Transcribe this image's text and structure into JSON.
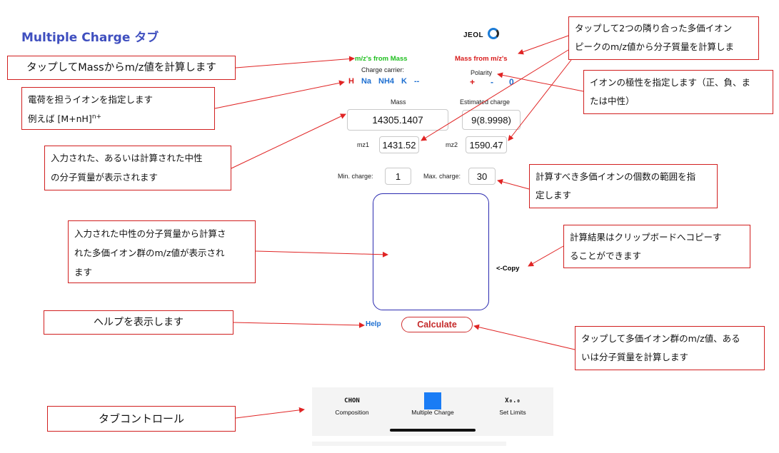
{
  "page_title": "Multiple Charge タブ",
  "logo_text": "JEOL",
  "app": {
    "mode_mz_from_mass": "m/z's from Mass",
    "mode_mass_from_mz": "Mass from m/z's",
    "charge_carrier_label": "Charge carrier:",
    "carriers": [
      {
        "label": "H",
        "color": "#d81b1b"
      },
      {
        "label": "Na",
        "color": "#1d6fd1"
      },
      {
        "label": "NH4",
        "color": "#1d6fd1"
      },
      {
        "label": "K",
        "color": "#1d6fd1"
      },
      {
        "label": "--",
        "color": "#1d6fd1"
      }
    ],
    "polarity_label": "Polarity",
    "polarity": [
      {
        "label": "+",
        "color": "#d81b1b"
      },
      {
        "label": "-",
        "color": "#1d6fd1"
      },
      {
        "label": "0",
        "color": "#1d6fd1"
      }
    ],
    "mass_label": "Mass",
    "mass_value": "14305.1407",
    "estimated_charge_label": "Estimated charge",
    "estimated_charge_value": "9(8.9998)",
    "mz1_label": "mz1",
    "mz1_value": "1431.52",
    "mz2_label": "mz2",
    "mz2_value": "1590.47",
    "min_charge_label": "Min. charge:",
    "min_charge_value": "1",
    "max_charge_label": "Max. charge:",
    "max_charge_value": "30",
    "copy_label": "<-Copy",
    "help_label": "Help",
    "calculate_label": "Calculate"
  },
  "tabbar": {
    "tabs": [
      {
        "icon_text": "CHON",
        "label": "Composition"
      },
      {
        "icon_text": "",
        "label": "Multiple Charge"
      },
      {
        "icon_text": "X₀.₀",
        "label": "Set Limits"
      }
    ]
  },
  "callouts": {
    "mz_from_mass": "タップしてMassからm/z値を計算します",
    "carrier_line1": "電荷を担うイオンを指定します",
    "carrier_line2": "例えば [M+nH]",
    "carrier_sup": "n+",
    "mass_display_line1": "入力された、あるいは計算された中性",
    "mass_display_line2": "の分子質量が表示されます",
    "results_line1": "入力された中性の分子質量から計算さ",
    "results_line2": "れた多価イオン群のm/z値が表示され",
    "results_line3": "ます",
    "help": "ヘルプを表示します",
    "tab_control": "タブコントロール",
    "mass_from_mz_line1": "タップして2つの隣り合った多価イオン",
    "mass_from_mz_line2": "ピークのm/z値から分子質量を計算しま",
    "polarity_line1": "イオンの極性を指定します（正、負、ま",
    "polarity_line2": "たは中性）",
    "charge_range_line1": "計算すべき多価イオンの個数の範囲を指",
    "charge_range_line2": "定します",
    "copy_line1": "計算結果はクリップボードへコピーす",
    "copy_line2": "ることができます",
    "calculate_line1": "タップして多価イオン群のm/z値、ある",
    "calculate_line2": "いは分子質量を計算します"
  }
}
